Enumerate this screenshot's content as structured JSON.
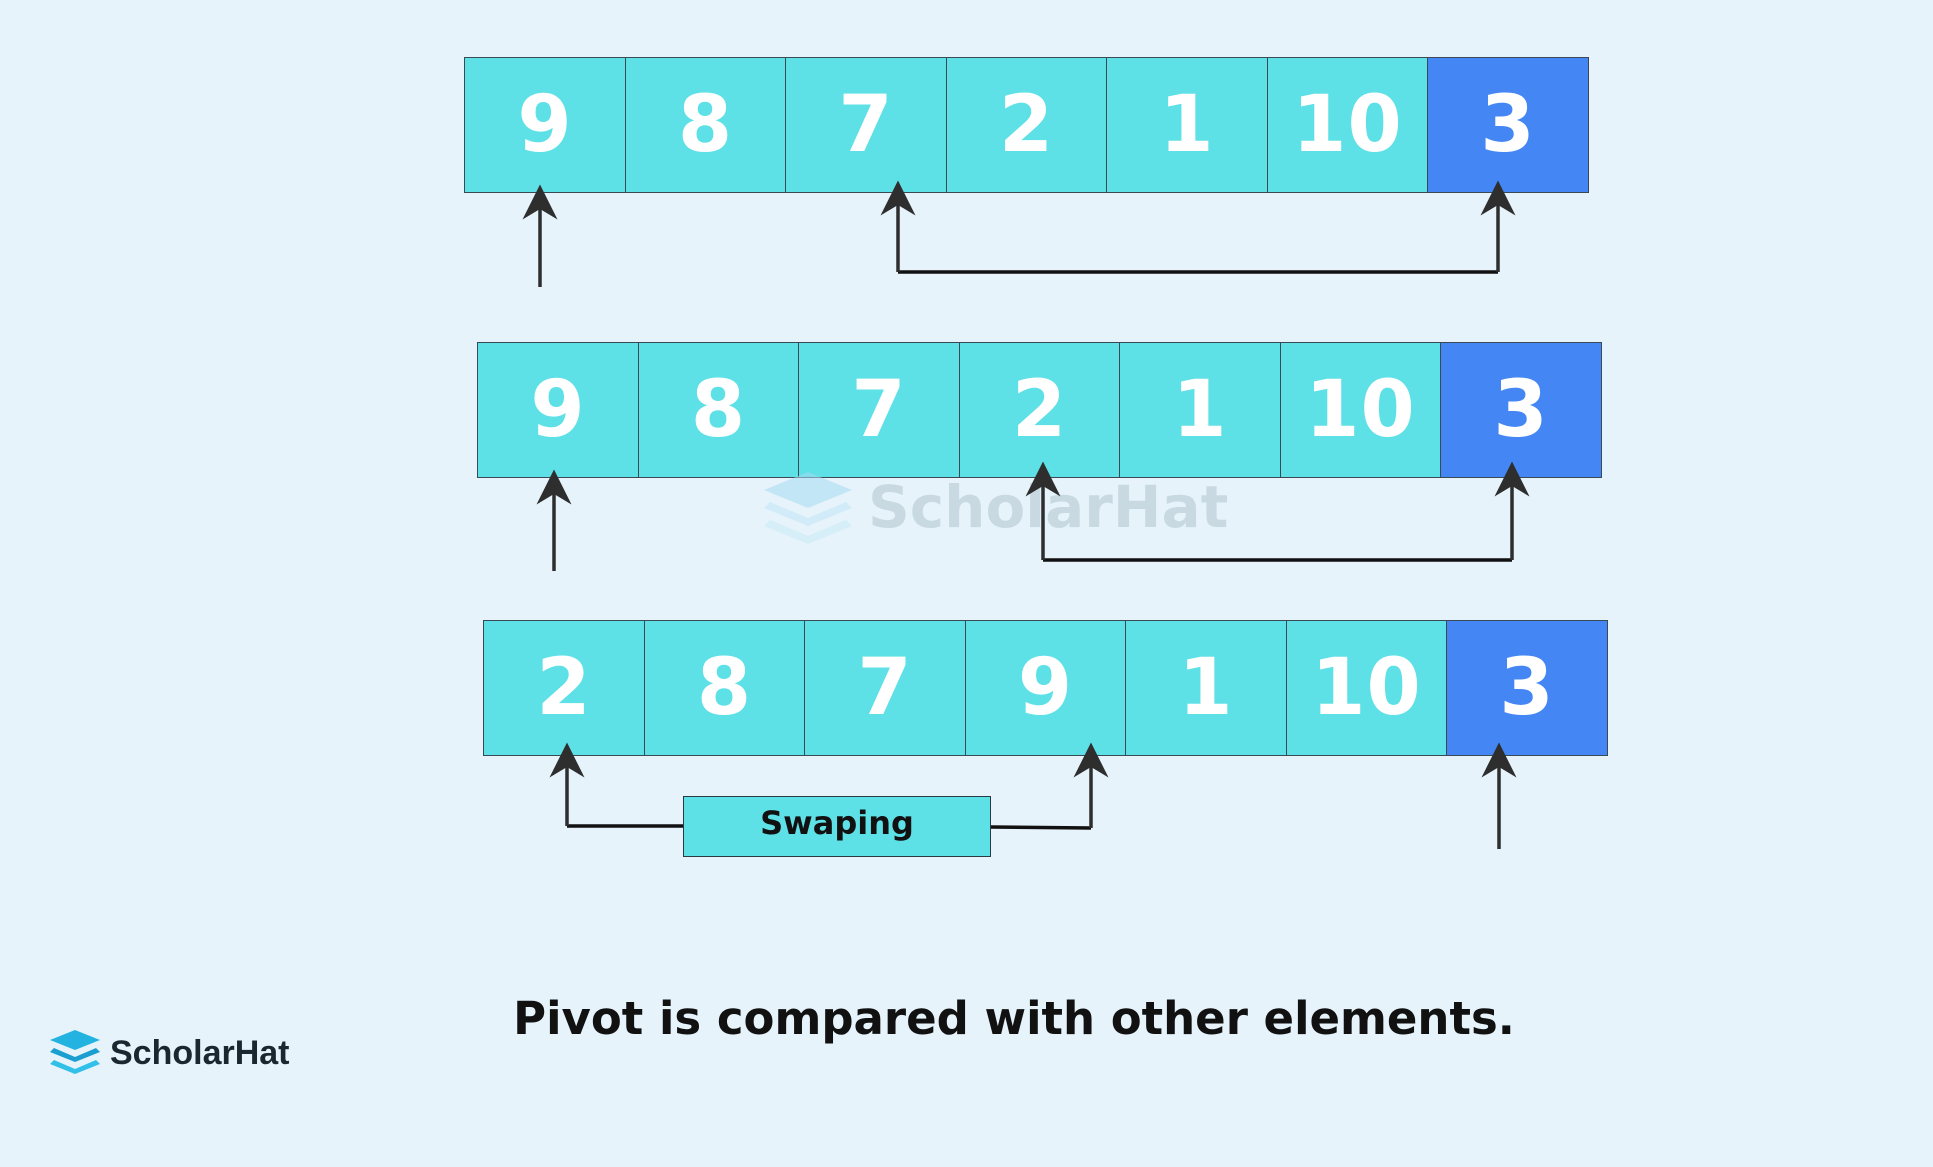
{
  "colors": {
    "cell": "#5de0e6",
    "pivot": "#4487f4",
    "arrow": "#2e2e2e",
    "line": "#111111",
    "swap_box": "#5de0e6"
  },
  "rows": [
    {
      "cells": [
        {
          "value": "9",
          "role": "element"
        },
        {
          "value": "8",
          "role": "element"
        },
        {
          "value": "7",
          "role": "element"
        },
        {
          "value": "2",
          "role": "element"
        },
        {
          "value": "1",
          "role": "element"
        },
        {
          "value": "10",
          "role": "element"
        },
        {
          "value": "3",
          "role": "pivot"
        }
      ]
    },
    {
      "cells": [
        {
          "value": "9",
          "role": "element"
        },
        {
          "value": "8",
          "role": "element"
        },
        {
          "value": "7",
          "role": "element"
        },
        {
          "value": "2",
          "role": "element"
        },
        {
          "value": "1",
          "role": "element"
        },
        {
          "value": "10",
          "role": "element"
        },
        {
          "value": "3",
          "role": "pivot"
        }
      ]
    },
    {
      "cells": [
        {
          "value": "2",
          "role": "element"
        },
        {
          "value": "8",
          "role": "element"
        },
        {
          "value": "7",
          "role": "element"
        },
        {
          "value": "9",
          "role": "element"
        },
        {
          "value": "1",
          "role": "element"
        },
        {
          "value": "10",
          "role": "element"
        },
        {
          "value": "3",
          "role": "pivot"
        }
      ]
    }
  ],
  "swap_label": "Swaping",
  "caption": "Pivot is compared with other elements.",
  "watermark": {
    "text": "ScholarHat",
    "icon": "stacked-layers-icon"
  },
  "logo": {
    "text": "ScholarHat",
    "icon": "stacked-layers-icon"
  }
}
